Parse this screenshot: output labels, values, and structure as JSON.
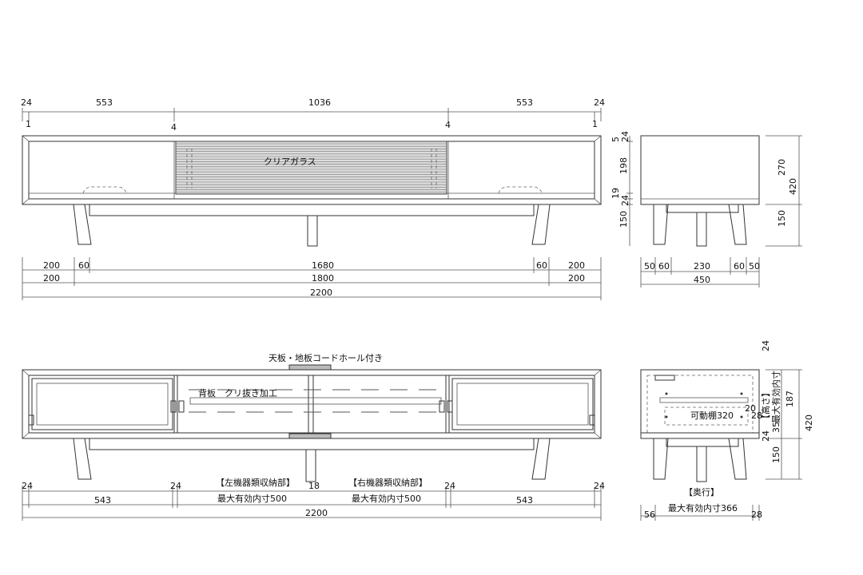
{
  "front_view_top": {
    "dim_top": [
      "24",
      "553",
      "1036",
      "553",
      "24"
    ],
    "dim_small": [
      "1",
      "4",
      "4",
      "1"
    ],
    "glass_label": "クリアガラス",
    "dim_bottom_row1": [
      "200",
      "60",
      "1680",
      "60",
      "200"
    ],
    "dim_bottom_row2": [
      "200",
      "1800",
      "200"
    ],
    "total_width": "2200"
  },
  "side_view_top": {
    "dim_right_small": [
      "5",
      "24",
      "198",
      "19",
      "24",
      "150"
    ],
    "dim_right_large": [
      "270",
      "420",
      "150"
    ],
    "dim_bottom_row1": [
      "50",
      "60",
      "230",
      "60",
      "50"
    ],
    "total_depth": "450"
  },
  "front_view_bottom": {
    "top_note": "天板・地板コードホール付き",
    "back_note": "背板　クリ抜き加工",
    "dim_top": [
      "24",
      "24",
      "18",
      "24",
      "24"
    ],
    "left_storage_title": "【左機器類収納部】",
    "left_storage_dim": "最大有効内寸500",
    "right_storage_title": "【右機器類収納部】",
    "right_storage_dim": "最大有効内寸500",
    "dim_doors": [
      "543",
      "543"
    ],
    "total_width": "2200"
  },
  "side_view_bottom": {
    "dim_top": "24",
    "height_title": "【高さ】",
    "height_dim": "最大有効内寸",
    "shelf_label": "可動棚320",
    "dim_shelf": [
      "20",
      "28"
    ],
    "dim_right": [
      "187",
      "420"
    ],
    "dim_lower": [
      "24",
      "35",
      "150"
    ],
    "depth_title": "【奥行】",
    "depth_dim": "最大有効内寸366",
    "dim_bottom": [
      "56",
      "28"
    ]
  }
}
